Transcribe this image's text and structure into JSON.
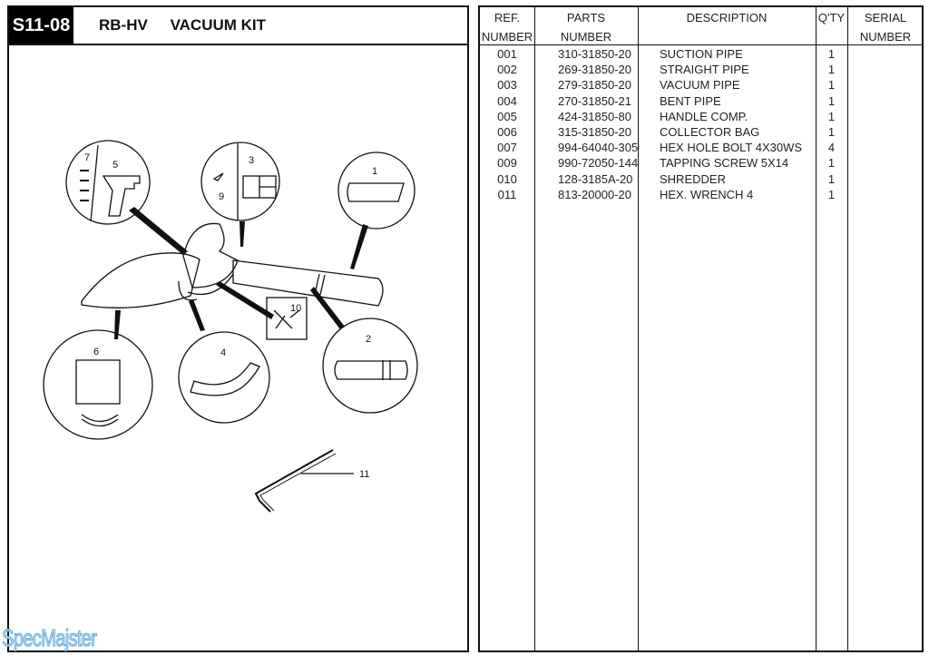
{
  "header": {
    "section_code": "S11-08",
    "model": "RB-HV",
    "title": "VACUUM KIT"
  },
  "diagram": {
    "callouts": [
      {
        "ref": "1",
        "part": "suction-pipe"
      },
      {
        "ref": "2",
        "part": "straight-pipe"
      },
      {
        "ref": "3",
        "part": "vacuum-pipe"
      },
      {
        "ref": "4",
        "part": "bent-pipe"
      },
      {
        "ref": "5",
        "part": "handle-comp"
      },
      {
        "ref": "6",
        "part": "collector-bag"
      },
      {
        "ref": "7",
        "part": "hex-hole-bolt"
      },
      {
        "ref": "9",
        "part": "tapping-screw"
      },
      {
        "ref": "10",
        "part": "shredder"
      },
      {
        "ref": "11",
        "part": "hex-wrench"
      }
    ]
  },
  "table": {
    "headers": [
      {
        "line1": "REF.",
        "line2": "NUMBER"
      },
      {
        "line1": "PARTS",
        "line2": "NUMBER"
      },
      {
        "line1": "DESCRIPTION",
        "line2": ""
      },
      {
        "line1": "Q'TY",
        "line2": ""
      },
      {
        "line1": "SERIAL",
        "line2": "NUMBER"
      }
    ],
    "rows": [
      {
        "ref": "001",
        "part": "310-31850-20",
        "desc": "SUCTION PIPE",
        "qty": "1",
        "serial": ""
      },
      {
        "ref": "002",
        "part": "269-31850-20",
        "desc": "STRAIGHT PIPE",
        "qty": "1",
        "serial": ""
      },
      {
        "ref": "003",
        "part": "279-31850-20",
        "desc": "VACUUM PIPE",
        "qty": "1",
        "serial": ""
      },
      {
        "ref": "004",
        "part": "270-31850-21",
        "desc": "BENT PIPE",
        "qty": "1",
        "serial": ""
      },
      {
        "ref": "005",
        "part": "424-31850-80",
        "desc": "HANDLE COMP.",
        "qty": "1",
        "serial": ""
      },
      {
        "ref": "006",
        "part": "315-31850-20",
        "desc": "COLLECTOR BAG",
        "qty": "1",
        "serial": ""
      },
      {
        "ref": "007",
        "part": "994-64040-305",
        "desc": "HEX HOLE BOLT 4X30WS",
        "qty": "4",
        "serial": ""
      },
      {
        "ref": "009",
        "part": "990-72050-144",
        "desc": "TAPPING SCREW 5X14",
        "qty": "1",
        "serial": ""
      },
      {
        "ref": "010",
        "part": "128-3185A-20",
        "desc": "SHREDDER",
        "qty": "1",
        "serial": ""
      },
      {
        "ref": "011",
        "part": "813-20000-20",
        "desc": "HEX. WRENCH 4",
        "qty": "1",
        "serial": ""
      }
    ]
  },
  "watermark": "SpecMajster"
}
